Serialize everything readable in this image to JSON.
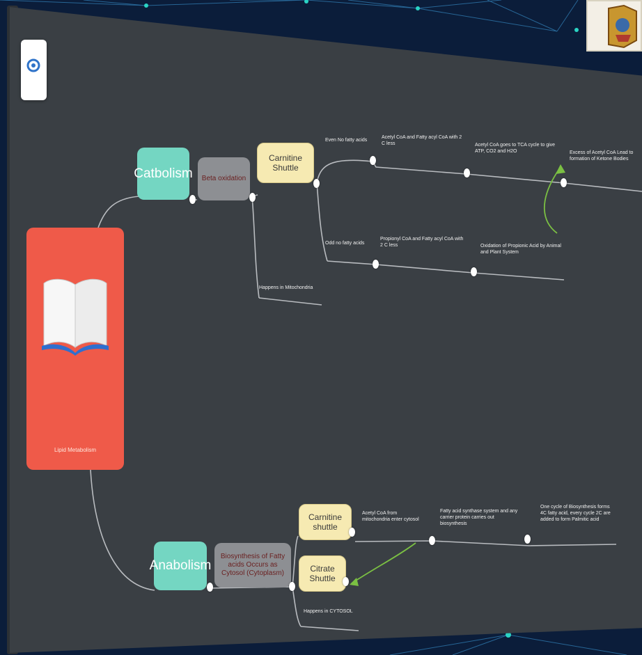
{
  "mindmap": {
    "root_label": "Lipid Metabolism",
    "catabolism": {
      "label": "Catbolism",
      "beta": "Beta oxidation",
      "shuttle": "Carnitine Shuttle",
      "location": "Happens in Mitochondria",
      "even_branch": {
        "label": "Even No fatty acids",
        "step1": "Acetyl CoA and Fatty acyl CoA with 2 C less",
        "step2": "Acetyl CoA goes to TCA cycle to give ATP, CO2 and H2O",
        "step3": "Excess of Acetyl CoA Lead to formation of Ketone Bodies"
      },
      "odd_branch": {
        "label": "Odd no fatty acids",
        "step1": "Propionyl CoA and Fatty acyl CoA with 2 C less",
        "step2": "Oxidation of Propionic Acid by Animal and Plant System"
      }
    },
    "anabolism": {
      "label": "Anabolism",
      "biosynthesis": "Biosynthesis of Fatty acids Occurs as Cytosol (Cytoplasm)",
      "carnitine": "Carnitine shuttle",
      "citrate": "Citrate Shuttle",
      "location": "Happens in CYTOSOL",
      "step1": "Acetyl CoA from mitochondria enter cytosol",
      "step2": "Fatty acid synthase system and any carrier protein carries out biosynthesis",
      "step3": "One cycle of Biosynthesis forms 4C fatty acid, every cycle 2C are added to form Palmitic acid"
    }
  },
  "colors": {
    "catabolism_accent": "#74d6c2",
    "root_accent": "#ef5a49",
    "shuttle_accent": "#f6eab2",
    "link_arrow": "#7bc043"
  },
  "icons": {
    "toolbar": "target-icon",
    "root": "open-book-icon",
    "corner": "emblem-logo"
  }
}
